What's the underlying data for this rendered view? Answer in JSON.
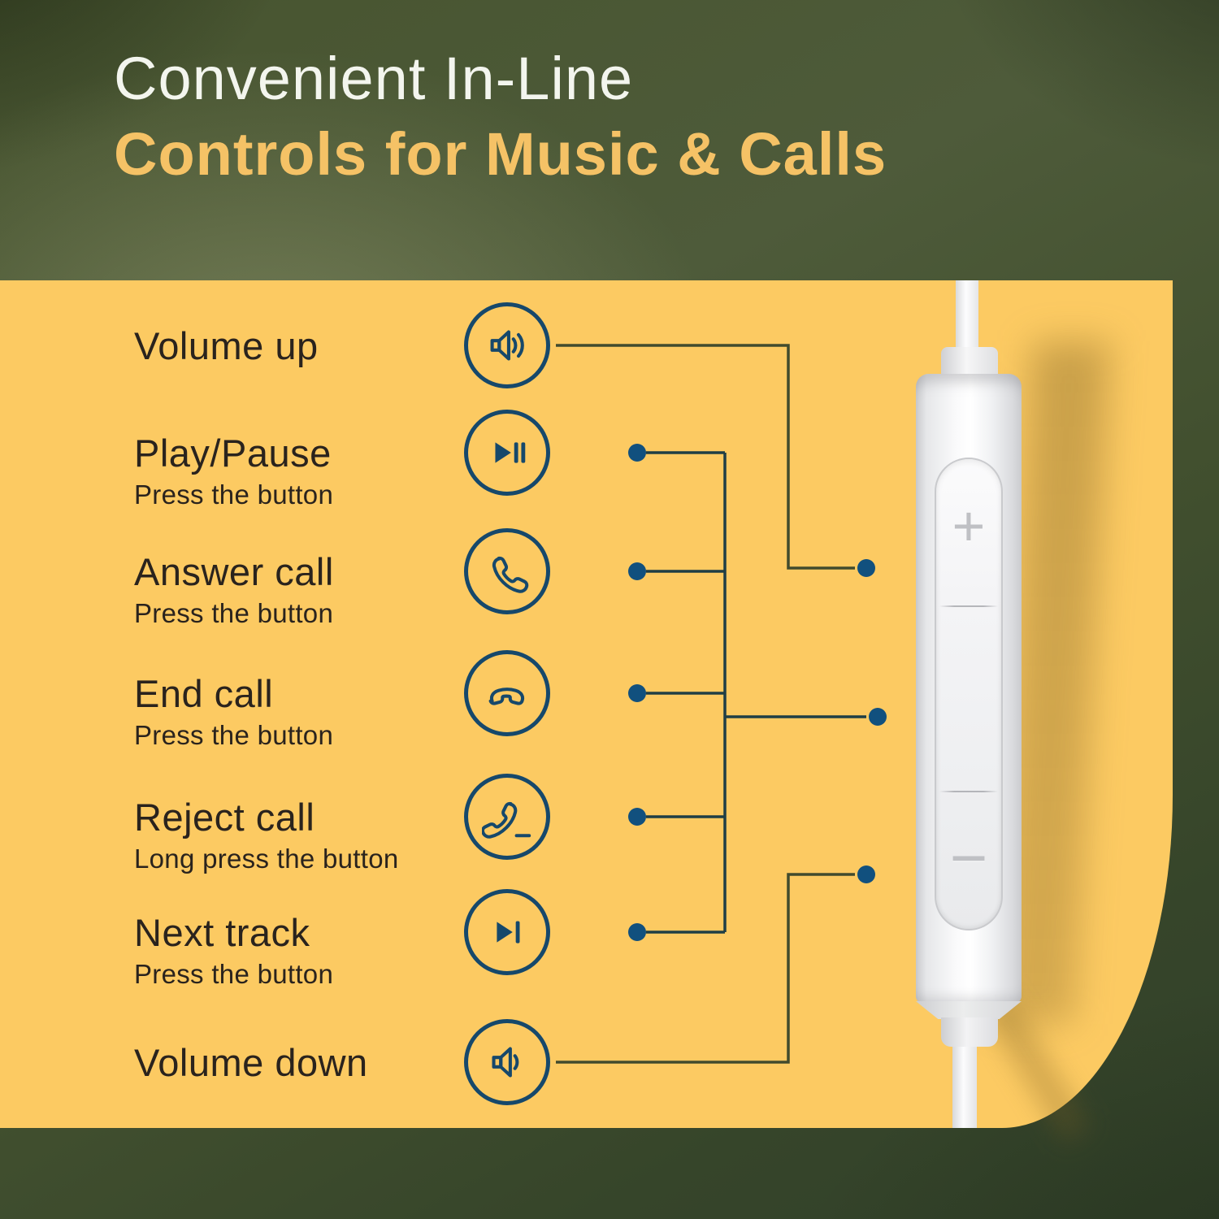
{
  "title": {
    "line1": "Convenient In-Line",
    "line2": "Controls for Music & Calls"
  },
  "controls": [
    {
      "label": "Volume up",
      "sub": "",
      "icon": "volume-up-icon"
    },
    {
      "label": "Play/Pause",
      "sub": "Press the button",
      "icon": "play-pause-icon"
    },
    {
      "label": "Answer call",
      "sub": "Press the button",
      "icon": "answer-call-icon"
    },
    {
      "label": "End call",
      "sub": "Press the button",
      "icon": "end-call-icon"
    },
    {
      "label": "Reject call",
      "sub": "Long press the button",
      "icon": "reject-call-icon"
    },
    {
      "label": "Next track",
      "sub": "Press the button",
      "icon": "next-track-icon"
    },
    {
      "label": "Volume down",
      "sub": "",
      "icon": "volume-down-icon"
    }
  ],
  "remote": {
    "plus_label": "+",
    "minus_label": "−"
  },
  "colors": {
    "panel_yellow": "#fcca62",
    "background_green": "#44512f",
    "icon_navy": "#16486b",
    "dot_navy": "#11507e",
    "trunk_line": "#1f3e45",
    "volume_line": "#414b2d",
    "title_white": "#f3f5ee",
    "title_gold": "#f5c266",
    "text_dark": "#2a231d"
  }
}
